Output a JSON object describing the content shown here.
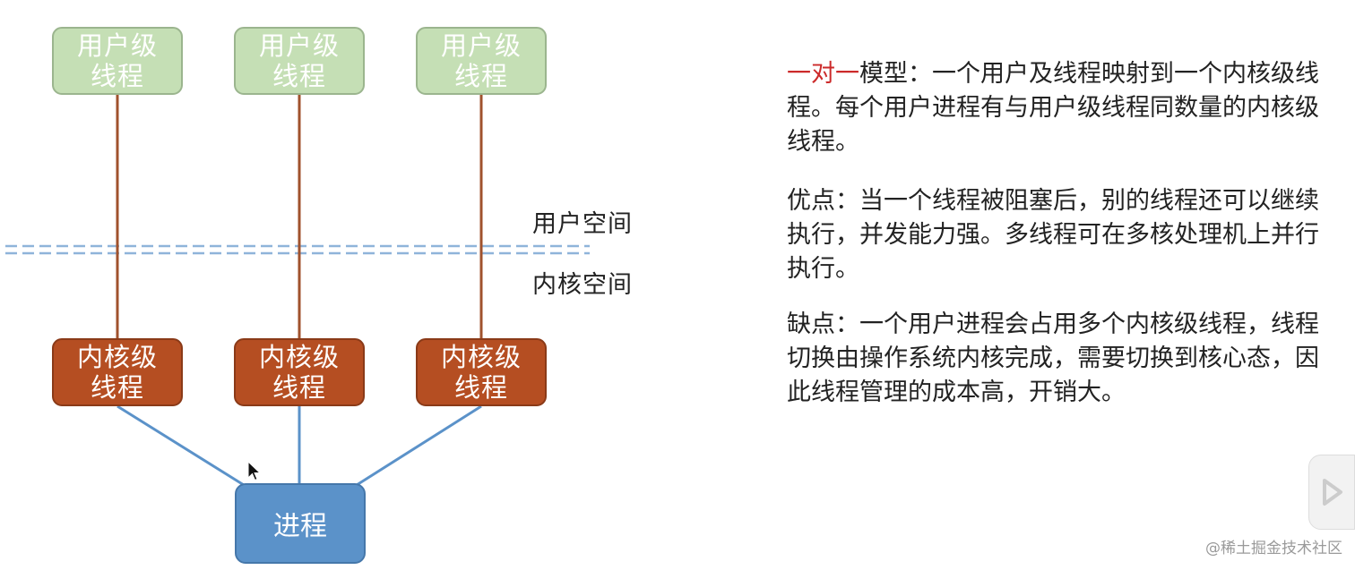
{
  "diagram": {
    "user_threads": [
      "用户级\n线程",
      "用户级\n线程",
      "用户级\n线程"
    ],
    "kernel_threads": [
      "内核级\n线程",
      "内核级\n线程",
      "内核级\n线程"
    ],
    "process": "进程",
    "user_space_label": "用户空间",
    "kernel_space_label": "内核空间"
  },
  "description": {
    "model_highlight": "一对一",
    "model_rest": "模型：一个用户及线程映射到一个内核级线程。每个用户进程有与用户级线程同数量的内核级线程。",
    "advantages": "优点：当一个线程被阻塞后，别的线程还可以继续执行，并发能力强。多线程可在多核处理机上并行执行。",
    "disadvantages": "缺点：一个用户进程会占用多个内核级线程，线程切换由操作系统内核完成，需要切换到核心态，因此线程管理的成本高，开销大。"
  },
  "watermark": "@稀土掘金技术社区",
  "colors": {
    "user_box": "#c5dfb5",
    "kernel_box": "#b54e22",
    "process_box": "#5b92c9",
    "user_kernel_line": "#a0522d",
    "kernel_process_line": "#5b92c9",
    "boundary_line": "#8fb4da",
    "highlight": "#cc2a2a"
  },
  "icons": [
    "play-icon",
    "mouse-cursor-icon"
  ]
}
